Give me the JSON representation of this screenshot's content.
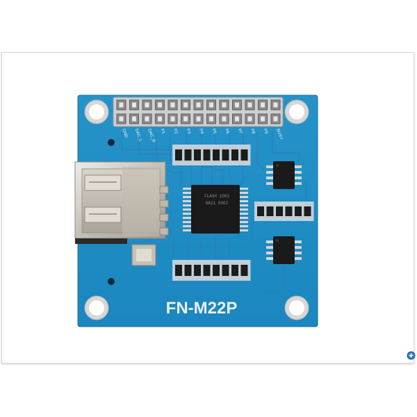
{
  "product": {
    "model": "FN-M22P"
  },
  "silkscreen": {
    "pin_labels": [
      "GND",
      "DAC_L",
      "DAC_R",
      "P1",
      "P2",
      "P3",
      "P4",
      "P5",
      "P6",
      "P7",
      "P8",
      "P9",
      "BUSY"
    ]
  },
  "chip": {
    "marking_line1": "FLASH 1002",
    "marking_line2": "8A11 0302"
  },
  "colors": {
    "pcb": "#1f8fc6",
    "pcb_dark": "#1676a8",
    "silkscreen": "#e9f1f6",
    "background": "#ffffff"
  },
  "icons": {
    "zoom": "zoom-in-icon"
  }
}
